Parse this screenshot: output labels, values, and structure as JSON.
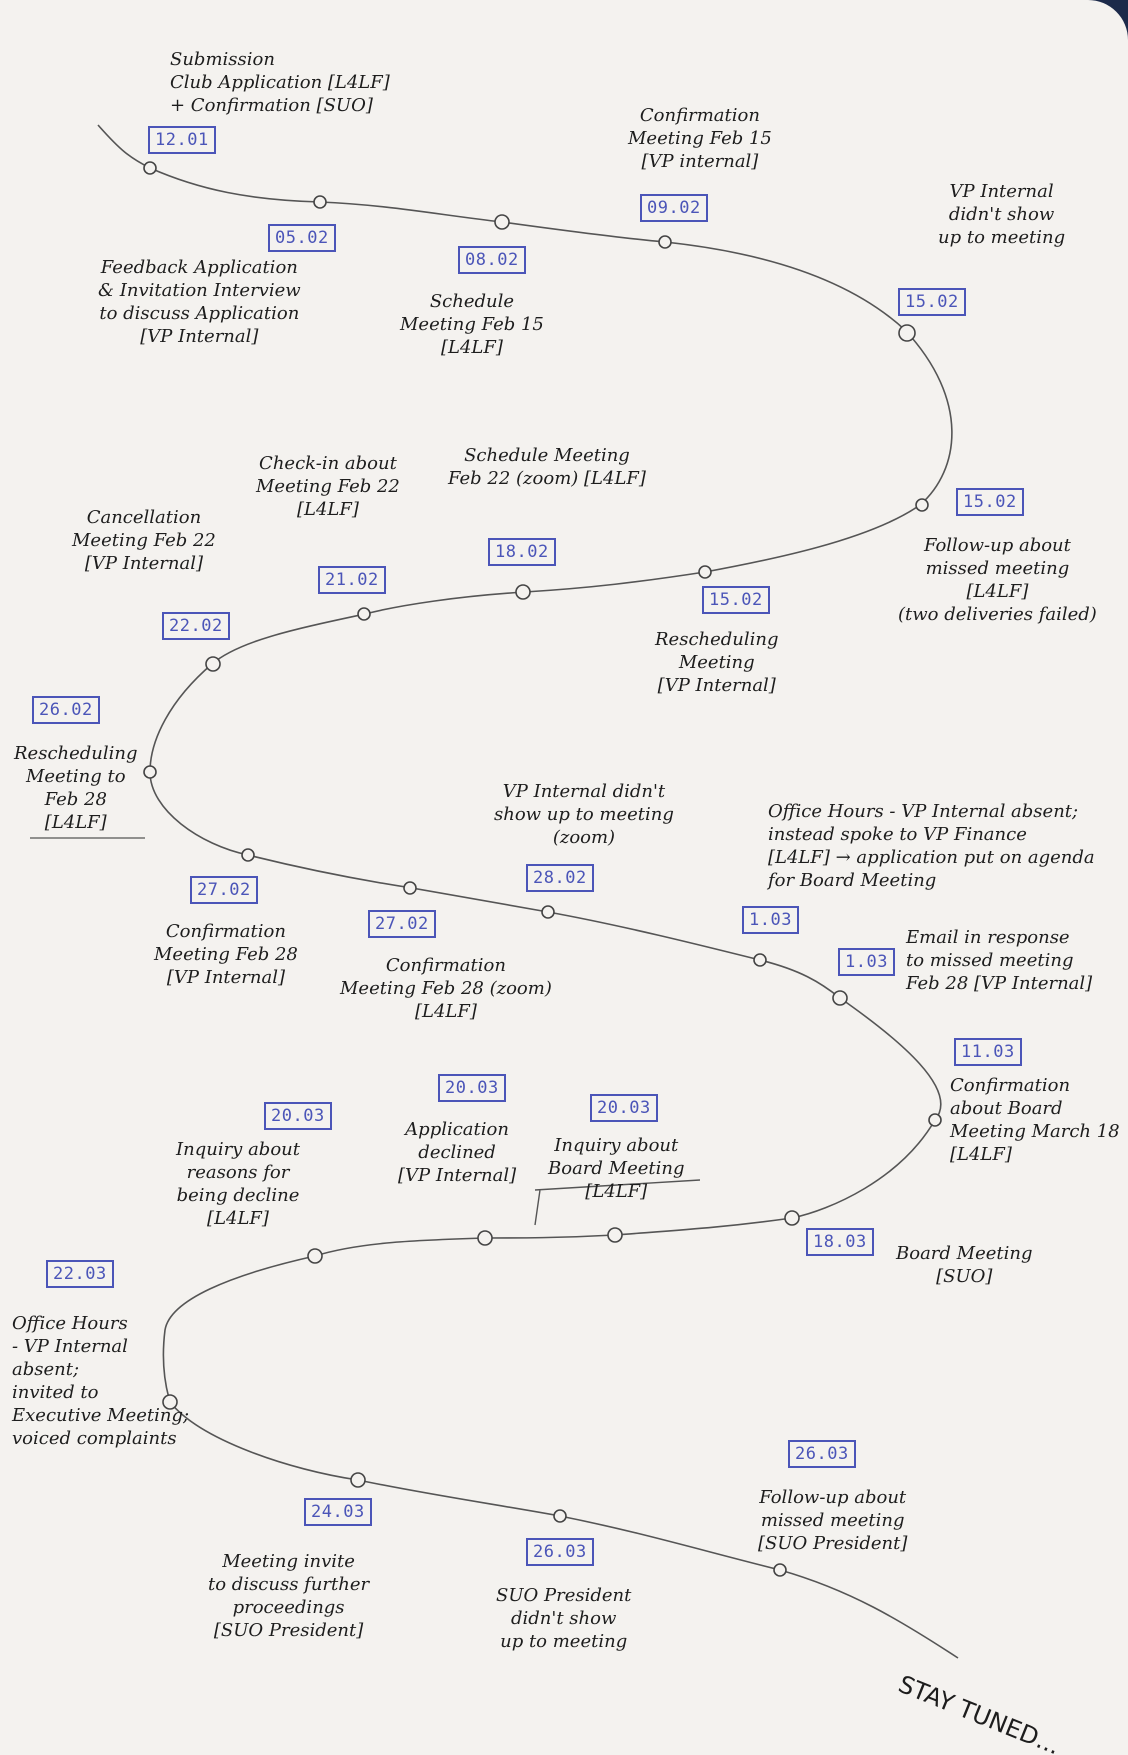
{
  "nodes": [
    {
      "date": "12.01",
      "text": "Submission\nClub Application [L4LF]\n+ Confirmation [SUO]"
    },
    {
      "date": "05.02",
      "text": "Feedback Application\n& Invitation Interview\nto discuss Application\n[VP Internal]"
    },
    {
      "date": "08.02",
      "text": "Schedule\nMeeting Feb 15\n[L4LF]"
    },
    {
      "date": "09.02",
      "text": "Confirmation\nMeeting Feb 15\n[VP internal]"
    },
    {
      "date": "15.02",
      "text": "VP Internal\ndidn't show\nup to meeting"
    },
    {
      "date": "15.02",
      "text": "Follow-up about\nmissed meeting\n[L4LF]\n(two deliveries failed)"
    },
    {
      "date": "15.02",
      "text": "Rescheduling\nMeeting\n[VP Internal]"
    },
    {
      "date": "18.02",
      "text": "Schedule Meeting\nFeb 22 (zoom) [L4LF]"
    },
    {
      "date": "21.02",
      "text": "Check-in about\nMeeting Feb 22\n[L4LF]"
    },
    {
      "date": "22.02",
      "text": "Cancellation\nMeeting Feb 22\n[VP Internal]"
    },
    {
      "date": "26.02",
      "text": "Rescheduling\nMeeting to\nFeb 28\n[L4LF]"
    },
    {
      "date": "27.02",
      "text": "Confirmation\nMeeting Feb 28\n[VP Internal]"
    },
    {
      "date": "27.02",
      "text": "Confirmation\nMeeting Feb 28 (zoom)\n[L4LF]"
    },
    {
      "date": "28.02",
      "text": "VP Internal didn't\nshow up to meeting\n(zoom)"
    },
    {
      "date": "1.03",
      "text": "Office Hours - VP Internal absent;\ninstead spoke to VP Finance\n[L4LF] → application put on agenda\nfor Board Meeting"
    },
    {
      "date": "1.03",
      "text": "Email in response\nto missed meeting\nFeb 28 [VP Internal]"
    },
    {
      "date": "11.03",
      "text": "Confirmation\nabout Board\nMeeting March 18\n[L4LF]"
    },
    {
      "date": "18.03",
      "text": "Board Meeting\n[SUO]"
    },
    {
      "date": "20.03",
      "text": "Inquiry about\nBoard Meeting\n[L4LF]"
    },
    {
      "date": "20.03",
      "text": "Application\ndeclined\n[VP Internal]"
    },
    {
      "date": "20.03",
      "text": "Inquiry about\nreasons for\nbeing decline\n[L4LF]"
    },
    {
      "date": "22.03",
      "text": "Office Hours\n- VP Internal\nabsent;\ninvited to\nExecutive Meeting;\nvoiced complaints"
    },
    {
      "date": "24.03",
      "text": "Meeting invite\nto discuss further\nproceedings\n[SUO President]"
    },
    {
      "date": "26.03",
      "text": "SUO President\ndidn't show\nup to meeting"
    },
    {
      "date": "26.03",
      "text": "Follow-up about\nmissed meeting\n[SUO President]"
    }
  ],
  "ending": "STAY TUNED...",
  "colors": {
    "ink": "#1d1d1d",
    "date_ink": "#4b55b8",
    "paper": "#f4f2ef"
  }
}
